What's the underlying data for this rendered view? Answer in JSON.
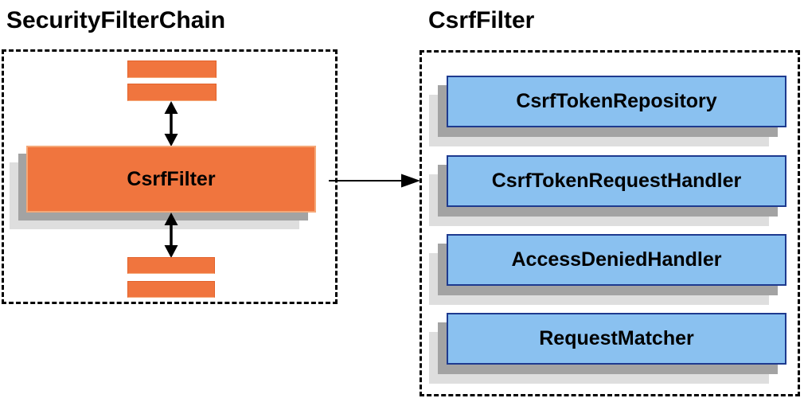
{
  "diagram": {
    "left_panel": {
      "title": "SecurityFilterChain",
      "filter_label": "CsrfFilter"
    },
    "right_panel": {
      "title": "CsrfFilter",
      "components": [
        {
          "label": "CsrfTokenRepository"
        },
        {
          "label": "CsrfTokenRequestHandler"
        },
        {
          "label": "AccessDeniedHandler"
        },
        {
          "label": "RequestMatcher"
        }
      ]
    },
    "colors": {
      "orange_fill": "#F0753E",
      "orange_border": "#E2622B",
      "orange_highlight": "#F5A878",
      "blue_fill": "#8AC1F0",
      "blue_border": "#1E3A8F",
      "shadow_dark": "#A3A3A3",
      "shadow_light": "#DEDEDE",
      "arrow": "#000000"
    }
  }
}
